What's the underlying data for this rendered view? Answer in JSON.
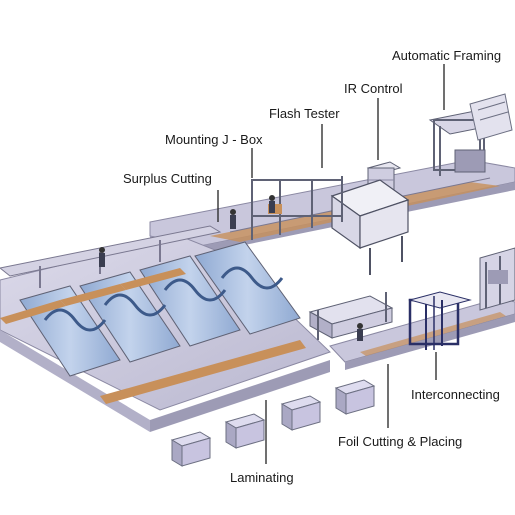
{
  "labels": {
    "automatic_framing": "Automatic Framing",
    "ir_control": "IR Control",
    "flash_tester": "Flash Tester",
    "mounting_j_box": "Mounting J - Box",
    "surplus_cutting": "Surplus Cutting",
    "interconnecting": "Interconnecting",
    "foil_cutting_placing": "Foil Cutting & Placing",
    "laminating": "Laminating"
  },
  "colors": {
    "conveyor_top": "#c9c7dc",
    "conveyor_side": "#9d9bb5",
    "belt_orange": "#c8905a",
    "frame": "#5f6275",
    "laminator_blue": "#9eb6d8",
    "box_face": "#c8c4e0",
    "leader": "#222222"
  }
}
